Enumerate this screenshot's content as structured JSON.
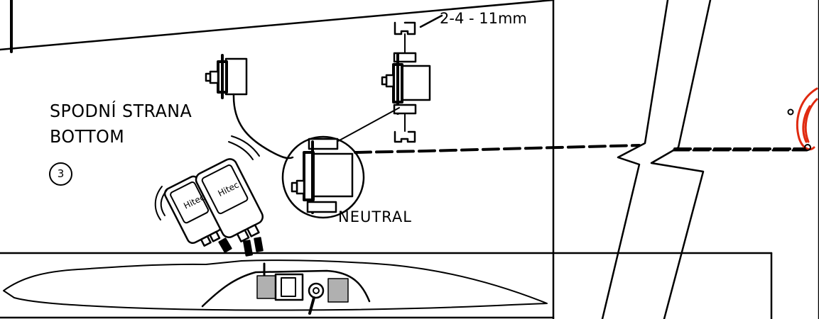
{
  "labels": {
    "side_cz": "SPODNÍ STRANA",
    "side_en": "BOTTOM",
    "step_number": "3",
    "neutral": "NEUTRAL",
    "clip_dimension": "2-4 - 11mm",
    "servo_brand": "Hitec"
  },
  "colors": {
    "line": "#000000",
    "servo_fill": "#ffffff",
    "pushrod_ghost": "#b0b0b0",
    "control_horn": "#e02a10"
  }
}
